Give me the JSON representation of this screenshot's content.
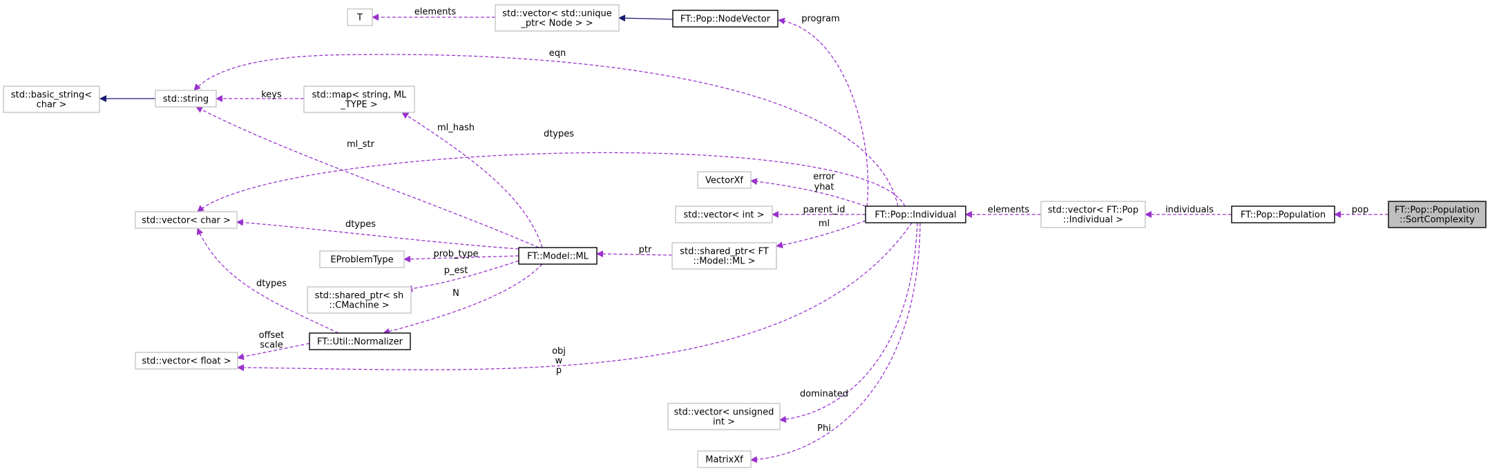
{
  "colors": {
    "dependency": "#9a32cd",
    "inheritance": "#191970",
    "border_gray": "#bfbfbf",
    "current_fill": "#bfbfbf"
  },
  "nodes": [
    {
      "id": "T",
      "lines": [
        "T"
      ],
      "style": "plain"
    },
    {
      "id": "vec_unique",
      "lines": [
        "std::vector< std::unique",
        "_ptr< Node > >"
      ],
      "style": "plain"
    },
    {
      "id": "nodevector",
      "lines": [
        "FT::Pop::NodeVector"
      ],
      "style": "main"
    },
    {
      "id": "basic_string",
      "lines": [
        "std::basic_string<",
        "char >"
      ],
      "style": "plain"
    },
    {
      "id": "string",
      "lines": [
        "std::string"
      ],
      "style": "plain"
    },
    {
      "id": "map",
      "lines": [
        "std::map< string, ML",
        "_TYPE >"
      ],
      "style": "plain"
    },
    {
      "id": "vec_char",
      "lines": [
        "std::vector< char >"
      ],
      "style": "plain"
    },
    {
      "id": "eproblem",
      "lines": [
        "EProblemType"
      ],
      "style": "plain"
    },
    {
      "id": "ml",
      "lines": [
        "FT::Model::ML"
      ],
      "style": "main"
    },
    {
      "id": "shared_cm",
      "lines": [
        "std::shared_ptr< sh",
        "::CMachine >"
      ],
      "style": "plain"
    },
    {
      "id": "normalizer",
      "lines": [
        "FT::Util::Normalizer"
      ],
      "style": "main"
    },
    {
      "id": "vec_float",
      "lines": [
        "std::vector< float >"
      ],
      "style": "plain"
    },
    {
      "id": "vectorxf",
      "lines": [
        "VectorXf"
      ],
      "style": "plain"
    },
    {
      "id": "vec_int",
      "lines": [
        "std::vector< int >"
      ],
      "style": "plain"
    },
    {
      "id": "shared_ml",
      "lines": [
        "std::shared_ptr< FT",
        "::Model::ML >"
      ],
      "style": "plain"
    },
    {
      "id": "individual",
      "lines": [
        "FT::Pop::Individual"
      ],
      "style": "main"
    },
    {
      "id": "vec_unsigned",
      "lines": [
        "std::vector< unsigned",
        "int >"
      ],
      "style": "plain"
    },
    {
      "id": "matrixxf",
      "lines": [
        "MatrixXf"
      ],
      "style": "plain"
    },
    {
      "id": "vec_indiv",
      "lines": [
        "std::vector< FT::Pop",
        "::Individual >"
      ],
      "style": "plain"
    },
    {
      "id": "population",
      "lines": [
        "FT::Pop::Population"
      ],
      "style": "main"
    },
    {
      "id": "sortcomplexity",
      "lines": [
        "FT::Pop::Population",
        "::SortComplexity"
      ],
      "style": "current"
    }
  ],
  "edges": [
    {
      "id": "elements1",
      "kind": "dependency",
      "labels": [
        "elements"
      ]
    },
    {
      "id": "nodevector-inherit",
      "kind": "inheritance",
      "labels": []
    },
    {
      "id": "program",
      "kind": "dependency",
      "labels": [
        "program"
      ]
    },
    {
      "id": "eqn",
      "kind": "dependency",
      "labels": [
        "eqn"
      ]
    },
    {
      "id": "string-inherit",
      "kind": "inheritance",
      "labels": []
    },
    {
      "id": "keys",
      "kind": "dependency",
      "labels": [
        "keys"
      ]
    },
    {
      "id": "ml_hash",
      "kind": "dependency",
      "labels": [
        "ml_hash"
      ]
    },
    {
      "id": "ml_str",
      "kind": "dependency",
      "labels": [
        "ml_str"
      ]
    },
    {
      "id": "dtypes-ind",
      "kind": "dependency",
      "labels": [
        "dtypes"
      ]
    },
    {
      "id": "dtypes-ml",
      "kind": "dependency",
      "labels": [
        "dtypes"
      ]
    },
    {
      "id": "dtypes-norm",
      "kind": "dependency",
      "labels": [
        "dtypes"
      ]
    },
    {
      "id": "prob_type",
      "kind": "dependency",
      "labels": [
        "prob_type"
      ]
    },
    {
      "id": "p_est",
      "kind": "dependency",
      "labels": [
        "p_est"
      ]
    },
    {
      "id": "N",
      "kind": "dependency",
      "labels": [
        "N"
      ]
    },
    {
      "id": "offset-scale",
      "kind": "dependency",
      "labels": [
        "offset",
        "scale"
      ]
    },
    {
      "id": "obj-w-p",
      "kind": "dependency",
      "labels": [
        "obj",
        "w",
        "p"
      ]
    },
    {
      "id": "ptr",
      "kind": "dependency",
      "labels": [
        "ptr"
      ]
    },
    {
      "id": "error-yhat",
      "kind": "dependency",
      "labels": [
        "error",
        "yhat"
      ]
    },
    {
      "id": "parent_id",
      "kind": "dependency",
      "labels": [
        "parent_id"
      ]
    },
    {
      "id": "ml-edge",
      "kind": "dependency",
      "labels": [
        "ml"
      ]
    },
    {
      "id": "dominated",
      "kind": "dependency",
      "labels": [
        "dominated"
      ]
    },
    {
      "id": "Phi",
      "kind": "dependency",
      "labels": [
        "Phi"
      ]
    },
    {
      "id": "elements2",
      "kind": "dependency",
      "labels": [
        "elements"
      ]
    },
    {
      "id": "individuals",
      "kind": "dependency",
      "labels": [
        "individuals"
      ]
    },
    {
      "id": "pop",
      "kind": "dependency",
      "labels": [
        "pop"
      ]
    }
  ]
}
